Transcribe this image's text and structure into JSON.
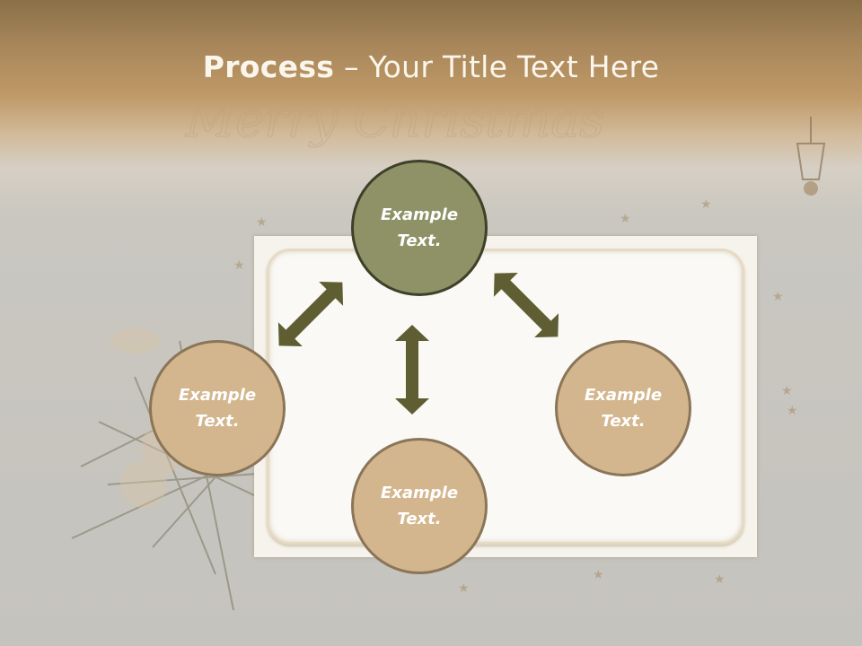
{
  "slide": {
    "title_bold": "Process",
    "title_rest": " – Your Title Text Here",
    "background_watermark": "Merry Christmas"
  },
  "diagram": {
    "nodes": [
      {
        "id": "top",
        "text": "Example\nText."
      },
      {
        "id": "left",
        "text": "Example\nText."
      },
      {
        "id": "bottom",
        "text": "Example\nText."
      },
      {
        "id": "right",
        "text": "Example\nText."
      }
    ],
    "connections": [
      {
        "from": "top",
        "to": "left",
        "type": "double-arrow"
      },
      {
        "from": "top",
        "to": "bottom",
        "type": "double-arrow"
      },
      {
        "from": "top",
        "to": "right",
        "type": "double-arrow"
      }
    ]
  },
  "colors": {
    "arrow": "#5f5e33",
    "node_tan_fill": "#d3b68e",
    "node_green_fill": "#8e9266"
  }
}
